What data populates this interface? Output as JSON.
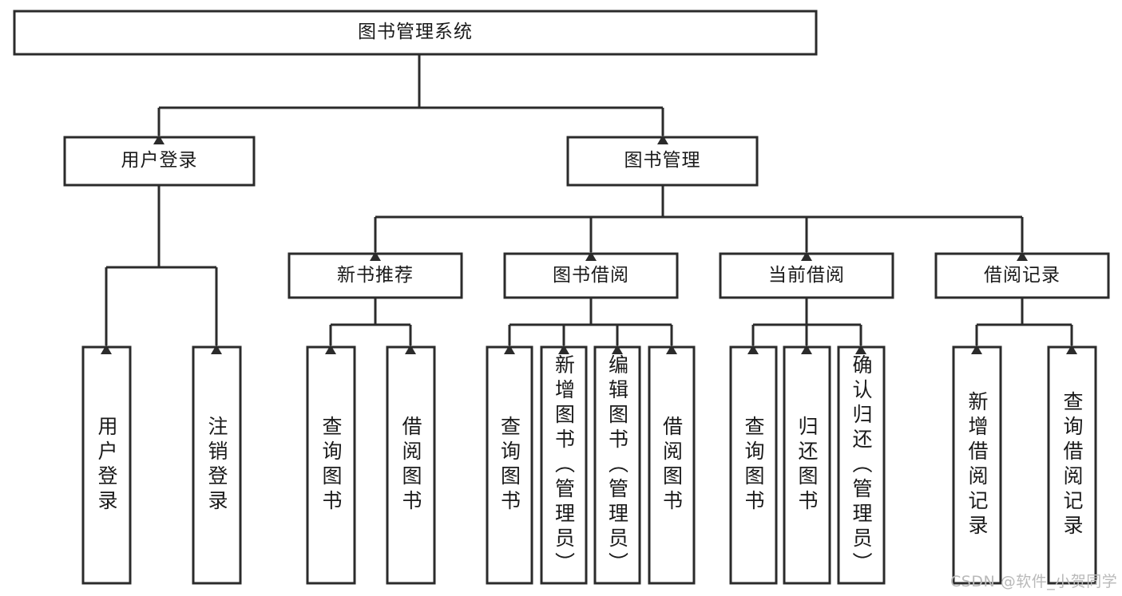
{
  "diagram": {
    "type": "hierarchy-tree",
    "title": "图书管理系统",
    "root": {
      "id": "root",
      "label": "图书管理系统"
    },
    "level2": [
      {
        "id": "user-login",
        "label": "用户登录"
      },
      {
        "id": "book-management",
        "label": "图书管理"
      }
    ],
    "level3": [
      {
        "id": "new-book-recommend",
        "label": "新书推荐",
        "parent": "book-management"
      },
      {
        "id": "book-borrow",
        "label": "图书借阅",
        "parent": "book-management"
      },
      {
        "id": "current-borrow",
        "label": "当前借阅",
        "parent": "book-management"
      },
      {
        "id": "borrow-record",
        "label": "借阅记录",
        "parent": "book-management"
      }
    ],
    "leaves": [
      {
        "id": "leaf-user-login",
        "label": "用户登录",
        "parent": "user-login"
      },
      {
        "id": "leaf-logout-login",
        "label": "注销登录",
        "parent": "user-login"
      },
      {
        "id": "leaf-query-book-1",
        "label": "查询图书",
        "parent": "new-book-recommend"
      },
      {
        "id": "leaf-borrow-book-1",
        "label": "借阅图书",
        "parent": "new-book-recommend"
      },
      {
        "id": "leaf-query-book-2",
        "label": "查询图书",
        "parent": "book-borrow"
      },
      {
        "id": "leaf-add-book",
        "label": "新增图书（管理员）",
        "parent": "book-borrow"
      },
      {
        "id": "leaf-edit-book",
        "label": "编辑图书（管理员）",
        "parent": "book-borrow"
      },
      {
        "id": "leaf-borrow-book-2",
        "label": "借阅图书",
        "parent": "book-borrow"
      },
      {
        "id": "leaf-query-book-3",
        "label": "查询图书",
        "parent": "current-borrow"
      },
      {
        "id": "leaf-return-book",
        "label": "归还图书",
        "parent": "current-borrow"
      },
      {
        "id": "leaf-confirm-return",
        "label": "确认归还（管理员）",
        "parent": "current-borrow"
      },
      {
        "id": "leaf-add-record",
        "label": "新增借阅记录",
        "parent": "borrow-record"
      },
      {
        "id": "leaf-query-record",
        "label": "查询借阅记录",
        "parent": "borrow-record"
      }
    ],
    "watermark": "CSDN @软件_小贺同学",
    "colors": {
      "stroke": "#2b2b2b",
      "box_fill": "#ffffff",
      "text": "#1a1a1a",
      "watermark": "#b9b9b9",
      "background": "#ffffff"
    }
  }
}
